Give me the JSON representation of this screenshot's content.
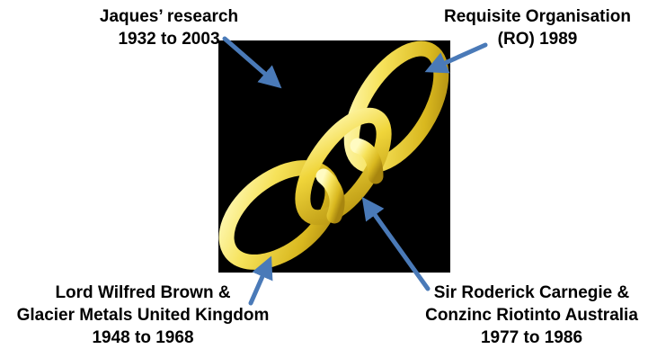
{
  "labels": {
    "top_left": {
      "line1": "Jaques’ research",
      "line2": "1932 to 2003"
    },
    "top_right": {
      "line1": "Requisite Organisation",
      "line2": "(RO) 1989"
    },
    "bottom_left": {
      "line1": "Lord Wilfred Brown &",
      "line2": "Glacier Metals United Kingdom",
      "line3": "1948 to 1968"
    },
    "bottom_right": {
      "line1": "Sir Roderick Carnegie &",
      "line2": "Conzinc Riotinto Australia",
      "line3": "1977 to 1986"
    }
  },
  "colors": {
    "background_square": "#000000",
    "chain_link_light": "#fff59a",
    "chain_link_mid": "#f1db3c",
    "chain_link_dark": "#b08e12",
    "arrow": "#4a7ab8"
  },
  "icons": [
    "chain-links-icon",
    "arrow-icon"
  ]
}
